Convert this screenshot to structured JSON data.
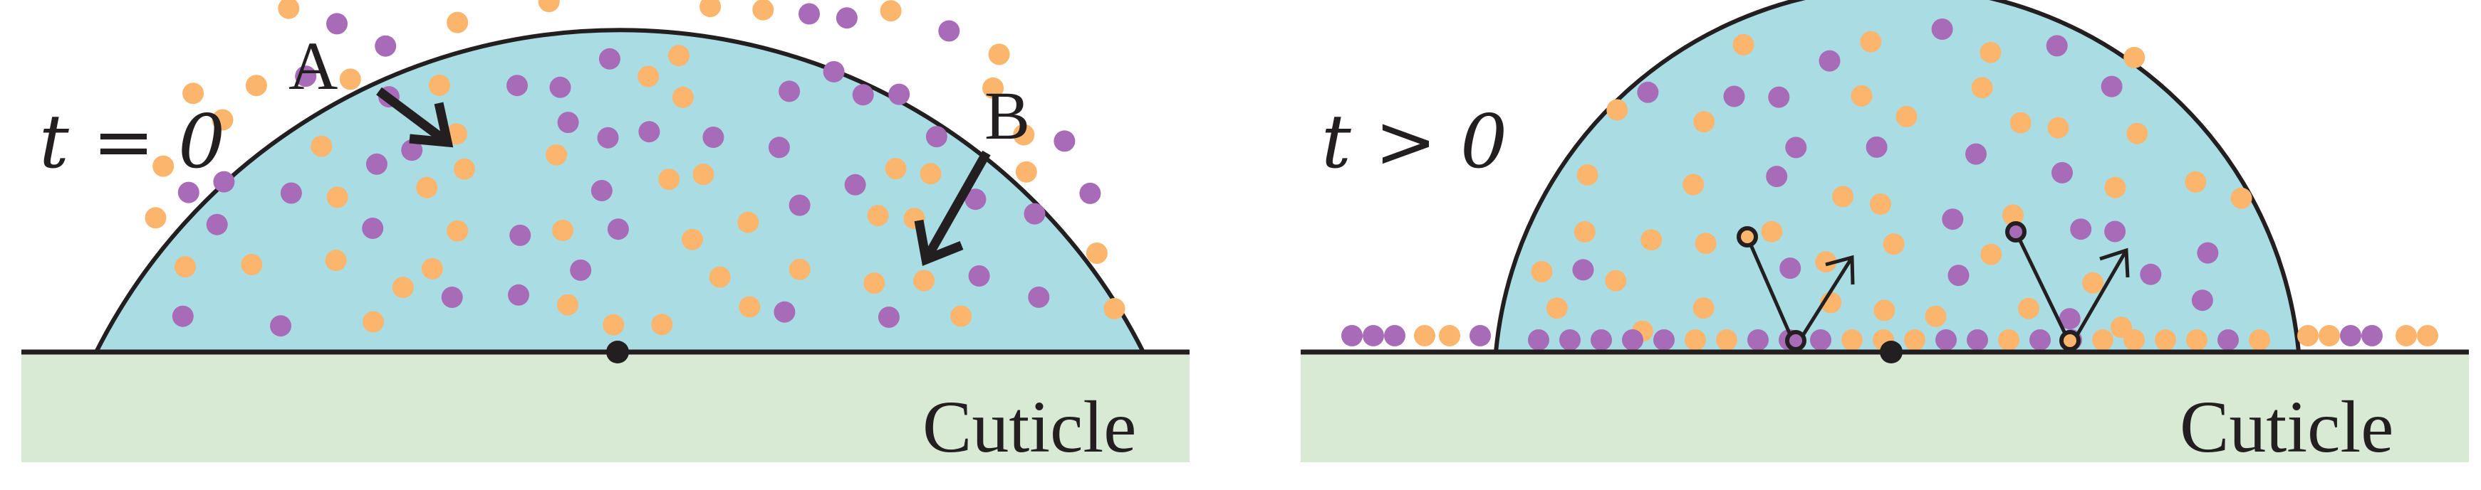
{
  "panels": [
    {
      "time_label": "t = 0",
      "surface_label": "Cuticle",
      "arrow_labels": [
        "A",
        "B"
      ]
    },
    {
      "time_label": "t > 0",
      "surface_label": "Cuticle"
    }
  ],
  "colors": {
    "droplet": "#a9dde3",
    "cuticle": "#d8ead4",
    "orange_particle": "#fbb56d",
    "purple_particle": "#a86bb8",
    "line": "#231f20"
  }
}
